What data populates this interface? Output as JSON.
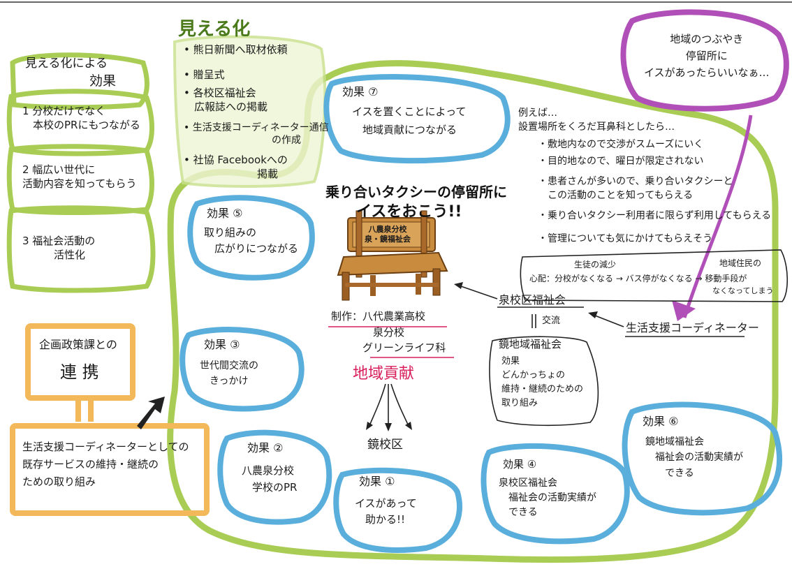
{
  "visualization": {
    "title": "見える化",
    "items": [
      "熊日新聞へ取材依頼",
      "贈呈式",
      "各校区福祉会\n　広報誌への掲載",
      "生活支援コーディネーター通信\n　　　　　　　　　の作成",
      "社協 Facebookへの\n　　　　　　　掲載"
    ]
  },
  "left_panel": {
    "title_line1": "見える化による",
    "title_line2": "効果",
    "items": [
      "1 分校だけでなく\n　本校のPRにもつながる",
      "2 幅広い世代に\n活動内容を知ってもらう",
      "3 福祉会活動の\n　　　活性化"
    ]
  },
  "collab": {
    "title_line1": "企画政策課との",
    "title_line2": "連 携",
    "body": "生活支援コーディネーターとしての\n既存サービスの維持・継続の\nための取り組み"
  },
  "speech": {
    "text": "地域のつぶやき\n停留所に\nイスがあったらいいなぁ…"
  },
  "center": {
    "headline_line1": "乗り合いタクシーの停留所に",
    "headline_line2": "イスをおこう!!",
    "bench_sign": "八農泉分校\n泉・鏡福祉会",
    "maker": "制作：八代農業高校\n　　　　泉分校\n　　　グリーンライフ科",
    "contribution": "地域貢献",
    "kagami": "鏡校区"
  },
  "examples": {
    "intro": "例えば…\n設置場所をくろだ耳鼻科としたら…",
    "bullets": [
      "・敷地内なので交渉がスムーズにいく",
      "・目的地なので、曜日が限定されない",
      "・患者さんが多いので、乗り合いタクシーと\n　この活動のことを知ってもらえる",
      "・乗り合いタクシー利用者に限らず利用してもらえる",
      "・管理についても気にかけてもらえそう"
    ]
  },
  "worry": {
    "top": "生徒の減少",
    "main": "心配：分校がなくなる → バス停がなくなる → 移動手段が",
    "right_top": "地域住民の",
    "right_bottom": "なくなってしまう"
  },
  "orgs": {
    "izumi": "泉校区福祉会",
    "exchange": "交流",
    "kagami_title": "鏡地域福祉会",
    "kagami_body": "効果\nどんかっちょの\n維持・継続のための\n取り組み",
    "coordinator": "生活支援コーディネーター"
  },
  "effects": [
    {
      "title": "効果 ⑦",
      "body": "イスを置くことによって\n　地域貢献につながる"
    },
    {
      "title": "効果 ⑤",
      "body": "取り組みの\n　広がりにつながる"
    },
    {
      "title": "効果 ③",
      "body": "世代間交流の\n　きっかけ"
    },
    {
      "title": "効果 ②",
      "body": "八農泉分校\n　学校のPR"
    },
    {
      "title": "効果 ①",
      "body": "イスがあって\n　助かる!!"
    },
    {
      "title": "効果 ④",
      "body": "泉校区福祉会\n　福祉会の活動実績が\n　できる"
    },
    {
      "title": "効果 ⑥",
      "body": "鏡地域福祉会\n　福祉会の活動実績が\n　　できる"
    }
  ],
  "colors": {
    "green": "#a9cc55",
    "blue": "#5aaedc",
    "orange": "#f2b85a",
    "purple": "#b04fb8",
    "red": "#d81e5b"
  }
}
